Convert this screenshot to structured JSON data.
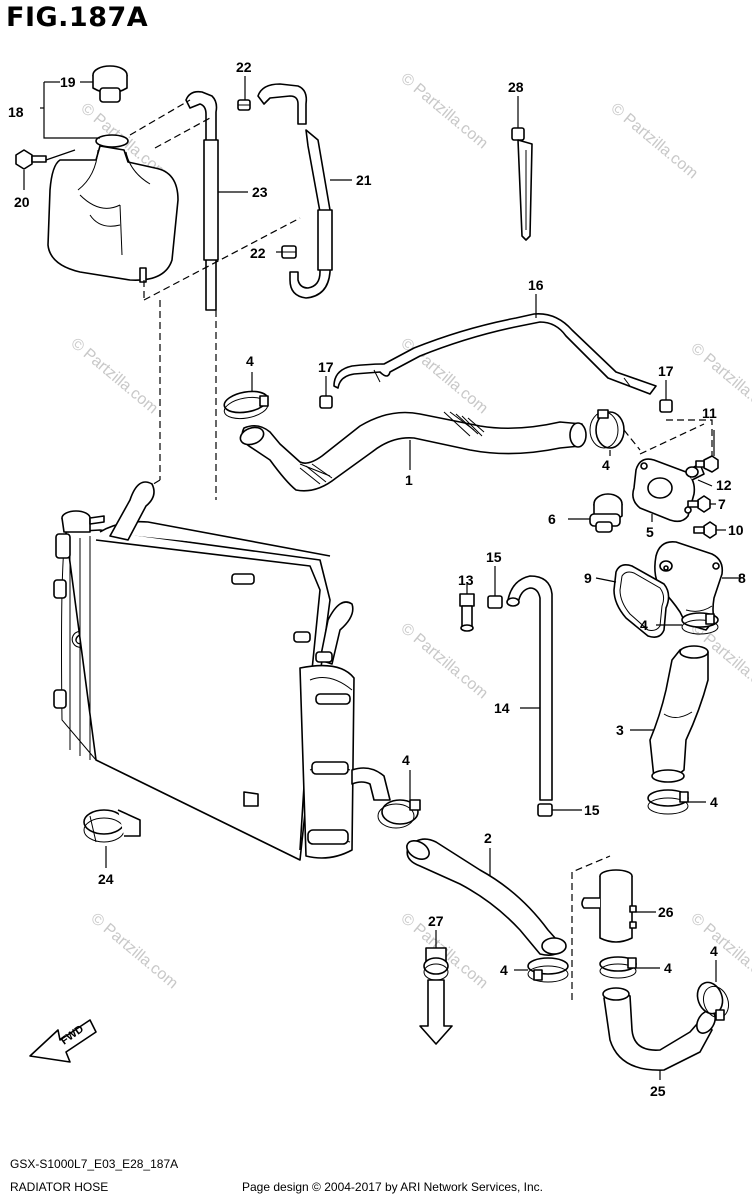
{
  "figure": {
    "title": "FIG.187A",
    "model_code": "GSX-S1000L7_E03_E28_187A",
    "section_name": "RADIATOR HOSE",
    "copyright": "Page design © 2004-2017 by ARI Network Services, Inc.",
    "fwd_label": "FWD",
    "watermark_small": "© Partzilla.com",
    "watermark_large": "© Partzilla.com"
  },
  "callouts": {
    "c1": "1",
    "c2": "2",
    "c3": "3",
    "c4a": "4",
    "c4b": "4",
    "c4c": "4",
    "c4d": "4",
    "c4e": "4",
    "c4f": "4",
    "c4g": "4",
    "c4h": "4",
    "c5": "5",
    "c6": "6",
    "c7": "7",
    "c8": "8",
    "c9": "9",
    "c10": "10",
    "c11": "11",
    "c12": "12",
    "c13": "13",
    "c14": "14",
    "c15a": "15",
    "c15b": "15",
    "c16": "16",
    "c17a": "17",
    "c17b": "17",
    "c18": "18",
    "c19": "19",
    "c20": "20",
    "c21": "21",
    "c22a": "22",
    "c22b": "22",
    "c23": "23",
    "c24": "24",
    "c25": "25",
    "c26": "26",
    "c27": "27",
    "c28": "28"
  }
}
